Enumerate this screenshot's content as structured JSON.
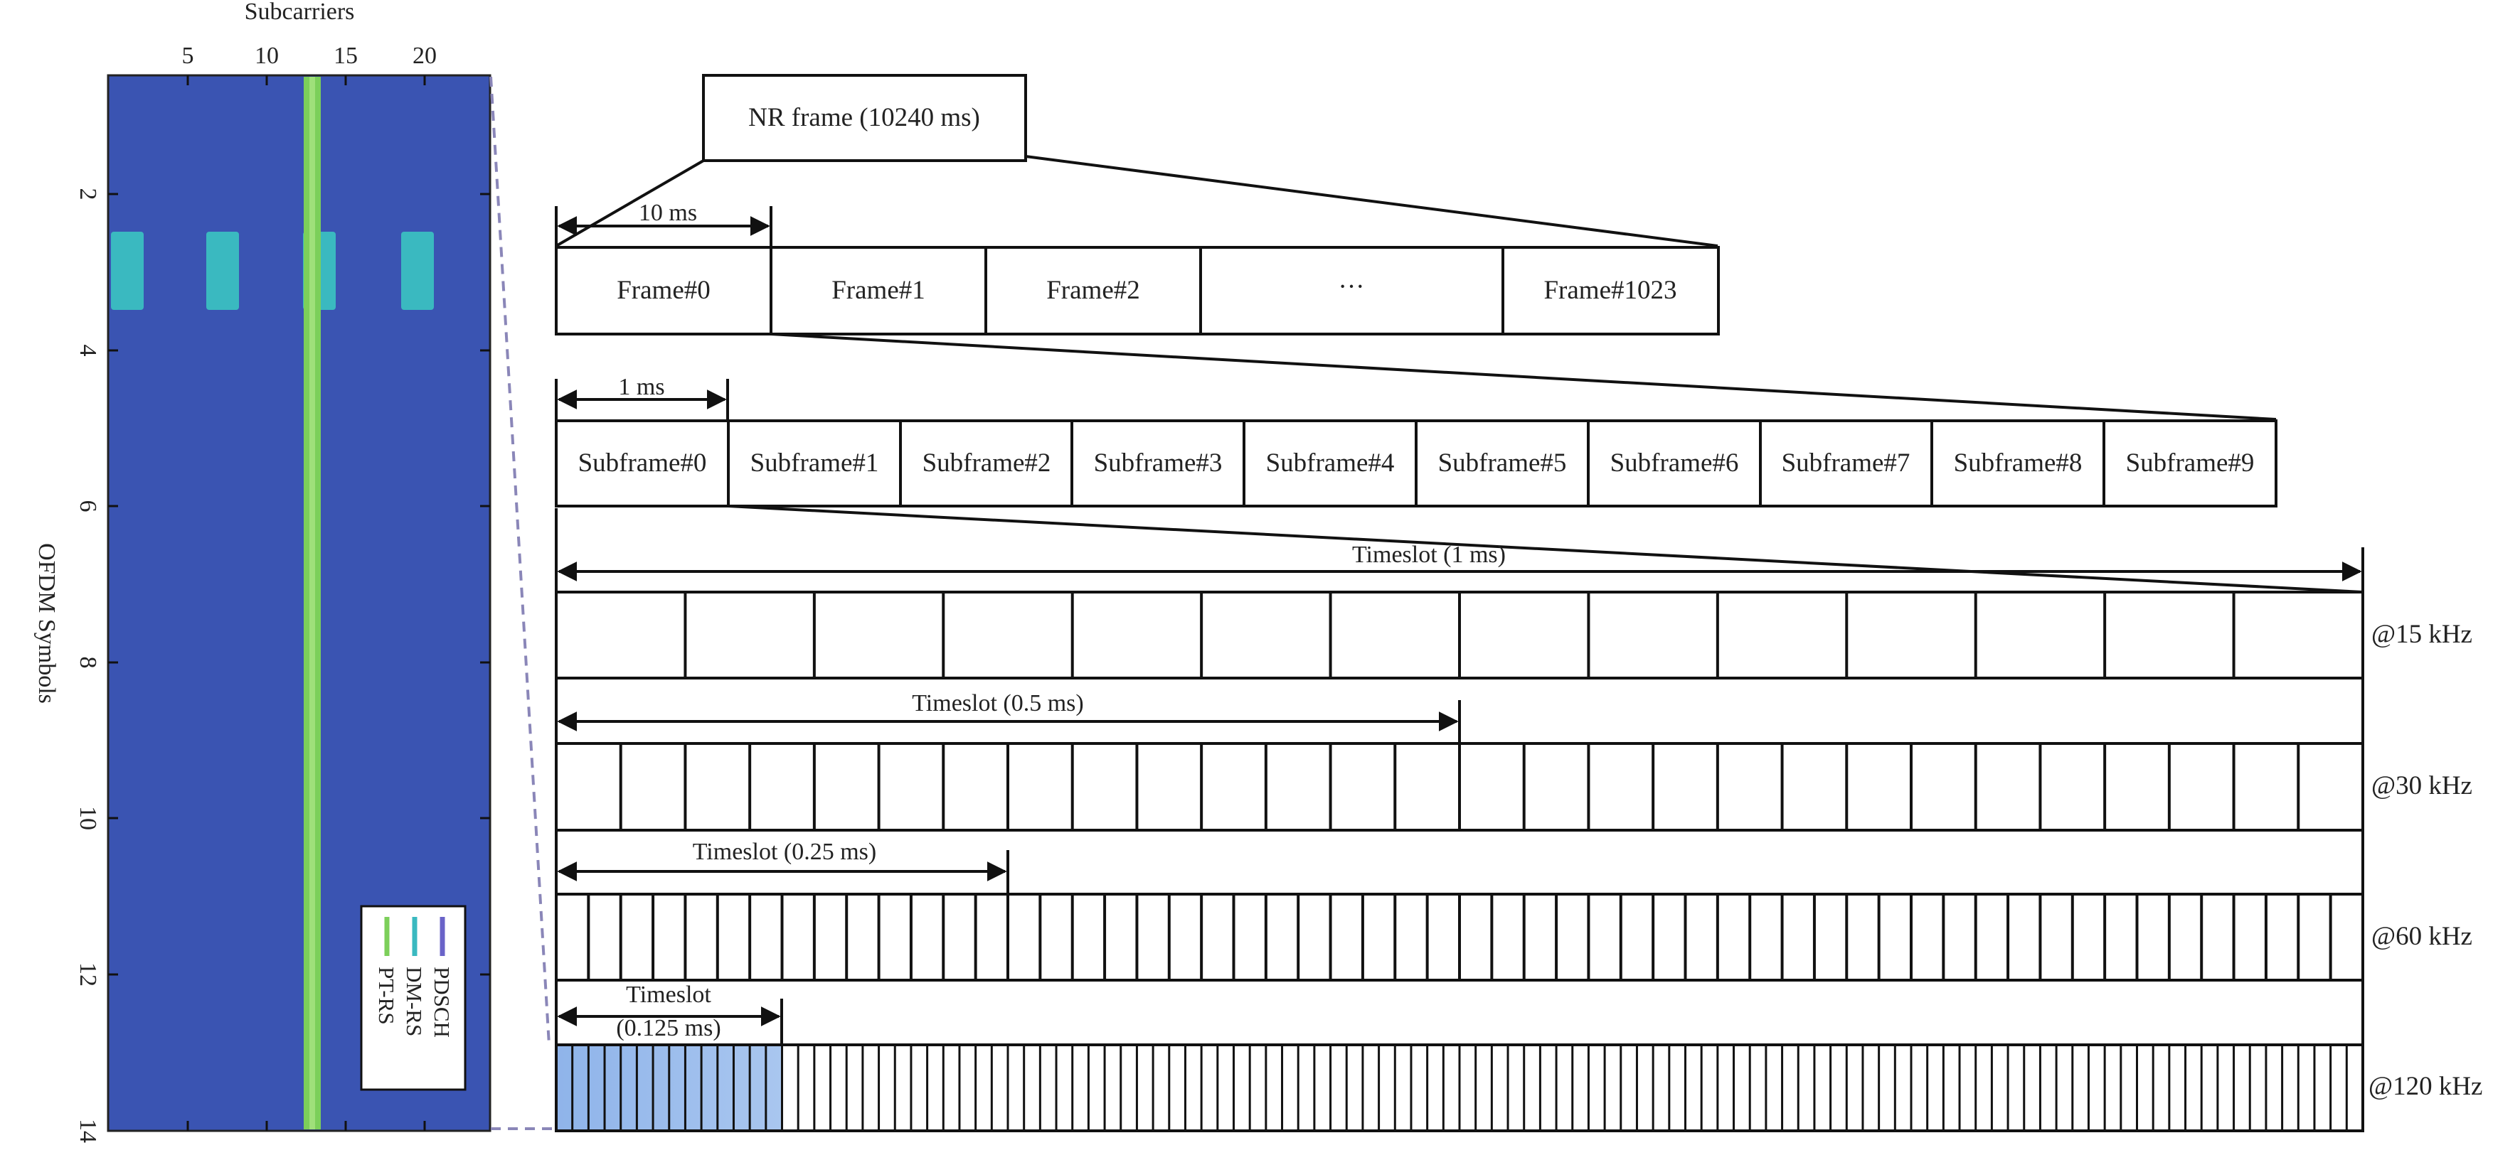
{
  "left_plot": {
    "x_label": "Subcarriers",
    "y_label": "OFDM Symbols",
    "x_ticks": [
      "5",
      "10",
      "15",
      "20"
    ],
    "y_ticks": [
      "2",
      "4",
      "6",
      "8",
      "10",
      "12",
      "14"
    ],
    "legend": [
      "PDSCH",
      "DM-RS",
      "PT-RS"
    ],
    "colors": {
      "PDSCH": "#3a54b2",
      "DM-RS": "#3ab9c0",
      "PT-RS": "#7ccf5a"
    }
  },
  "frame_diagram": {
    "nr_frame_label": "NR frame (10240 ms)",
    "frame_duration_label": "10 ms",
    "frames": [
      "Frame#0",
      "Frame#1",
      "Frame#2",
      "···",
      "Frame#1023"
    ],
    "subframe_duration_label": "1 ms",
    "subframes": [
      "Subframe#0",
      "Subframe#1",
      "Subframe#2",
      "Subframe#3",
      "Subframe#4",
      "Subframe#5",
      "Subframe#6",
      "Subframe#7",
      "Subframe#8",
      "Subframe#9"
    ],
    "numerologies": [
      {
        "spacing": "@15 kHz",
        "timeslot_label": "Timeslot (1 ms)",
        "slots": 14
      },
      {
        "spacing": "@30 kHz",
        "timeslot_label": "Timeslot (0.5 ms)",
        "slots": 28
      },
      {
        "spacing": "@60 kHz",
        "timeslot_label": "Timeslot (0.25 ms)",
        "slots": 56
      },
      {
        "spacing": "@120 kHz",
        "timeslot_label_line1": "Timeslot",
        "timeslot_label_line2": "(0.125 ms)",
        "slots": 112
      }
    ]
  }
}
